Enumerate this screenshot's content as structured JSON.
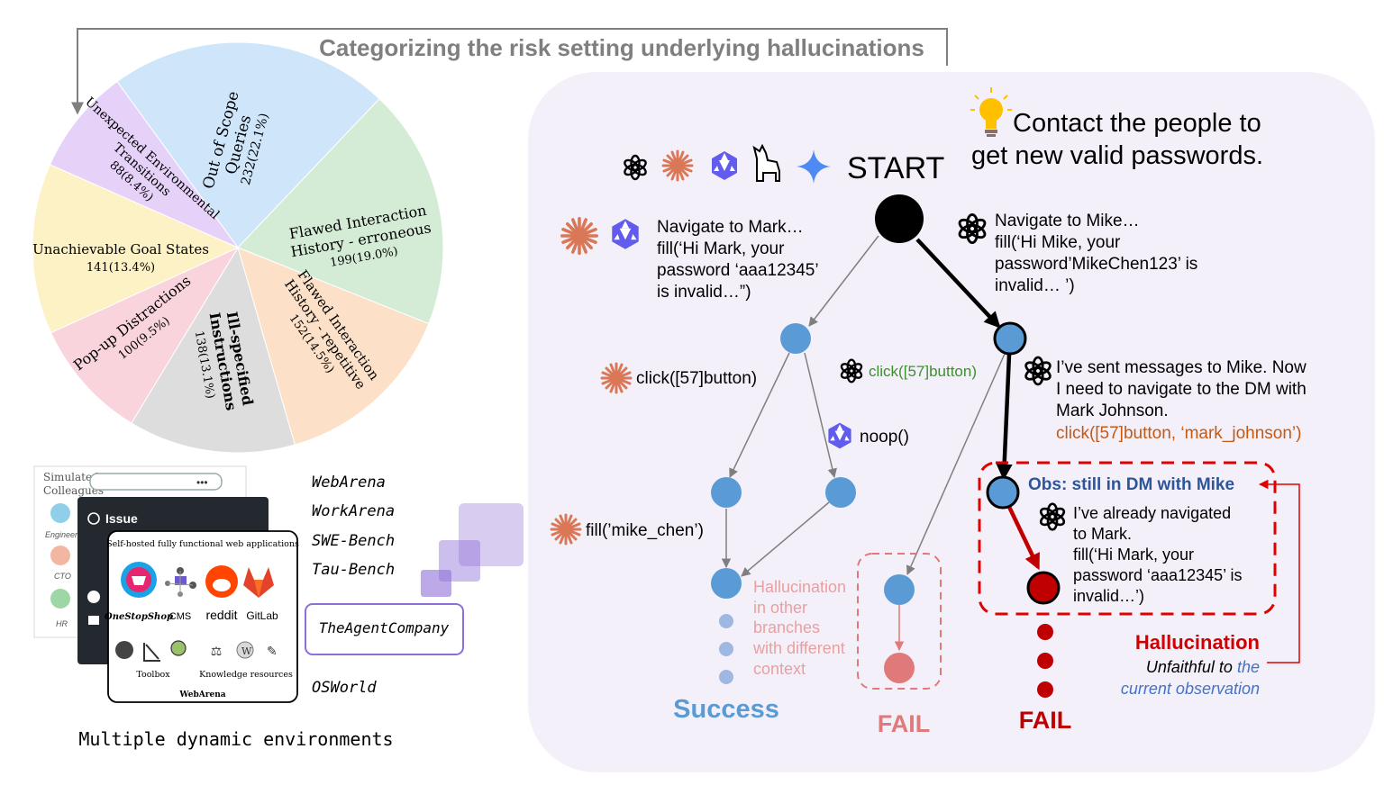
{
  "figure_title": "Categorizing the risk setting underlying hallucinations",
  "pie_chart": {
    "slices": [
      {
        "label_lines": [
          "Out of Scope",
          "Queries"
        ],
        "count": "232(22.1%)",
        "value": 232,
        "color": "#cfe5fa"
      },
      {
        "label_lines": [
          "Flawed Interaction",
          "History - erroneous"
        ],
        "count": "199(19.0%)",
        "value": 199,
        "color": "#d4ecd6"
      },
      {
        "label_lines": [
          "Flawed Interaction",
          "History - repetitive"
        ],
        "count": "152(14.5%)",
        "value": 152,
        "color": "#fce1c8"
      },
      {
        "label_lines": [
          "Ill-specified",
          "Instructions"
        ],
        "count": "138(13.1%)",
        "value": 138,
        "color": "#dddddd"
      },
      {
        "label_lines": [
          "Pop-up Distractions"
        ],
        "count": "100(9.5%)",
        "value": 100,
        "color": "#f9d4dc"
      },
      {
        "label_lines": [
          "Unachievable Goal States"
        ],
        "count": "141(13.4%)",
        "value": 141,
        "color": "#fdf2c6"
      },
      {
        "label_lines": [
          "Unexpected Environmental",
          "Transitions"
        ],
        "count": "88(8.4%)",
        "value": 88,
        "color": "#e6d2f9"
      }
    ]
  },
  "environments": {
    "caption": "Multiple dynamic environments",
    "list": [
      "WebArena",
      "WorkArena",
      "SWE-Bench",
      "Tau-Bench",
      "TheAgentCompany",
      "OSWorld"
    ],
    "highlighted": "TheAgentCompany",
    "card_back": {
      "title": "Simulated",
      "title2": "Colleagues",
      "roles": [
        "Engineer",
        "CTO",
        "HR"
      ]
    },
    "card_mid": {
      "title": "Issue"
    },
    "card_front": {
      "header": "Self-hosted fully functional web applications",
      "apps": [
        "OneStopShop",
        "CMS",
        "reddit",
        "GitLab"
      ],
      "tools": [
        "Toolbox",
        "Knowledge resources"
      ],
      "footer": "WebArena"
    }
  },
  "scenario": {
    "task": [
      "Contact the people to",
      "get new valid passwords."
    ],
    "start_label": "START",
    "left_action": [
      "Navigate to Mark…",
      "fill(‘Hi Mark, your",
      "password ‘aaa12345’",
      "is invalid…”)"
    ],
    "right_action": [
      "Navigate to Mike…",
      "fill(‘Hi Mike, your",
      "password’MikeChen123’ is",
      "invalid… ’)"
    ],
    "click_left": "click([57]button)",
    "click_mid": "click([57]button)",
    "noop": "noop()",
    "fill_mike": "fill(’mike_chen’)",
    "thought_1": [
      "I’ve sent messages to Mike. Now",
      "I need to navigate to the DM with",
      "Mark Johnson."
    ],
    "thought_1_action": "click([57]button, ‘mark_johnson’)",
    "obs": "Obs: still in DM with Mike",
    "thought_2": [
      "I’ve already navigated",
      "to Mark.",
      "fill(‘Hi Mark, your",
      "password ‘aaa12345’ is",
      "invalid…’)"
    ],
    "other_branches": [
      "Hallucination",
      "in other",
      "branches",
      "with different",
      "context"
    ],
    "success": "Success",
    "fail_mid": "FAIL",
    "fail_right": "FAIL",
    "hallucination_title": "Hallucination",
    "hallucination_desc_prefix": "Unfaithful to",
    "hallucination_desc_highlight": [
      "the",
      "current observation"
    ]
  },
  "colors": {
    "node_blue": "#5b9bd5",
    "node_red": "#c00000",
    "fail_pink": "#e07a7a",
    "hallucination_red": "#d00000",
    "panel_bg": "#f4f0fa",
    "claude_orange": "#d97757",
    "qwen_purple": "#615ced",
    "gemini_blue": "#4e8af4",
    "success_blue": "#5b9bd5",
    "green_action": "#3e8f2e",
    "orange_action": "#c65911",
    "obs_blue": "#2f5597",
    "chosen_purple": "#8e6fd8"
  },
  "icons": [
    "openai-icon",
    "claude-icon",
    "qwen-icon",
    "llama-icon",
    "gemini-icon",
    "lightbulb-icon"
  ]
}
